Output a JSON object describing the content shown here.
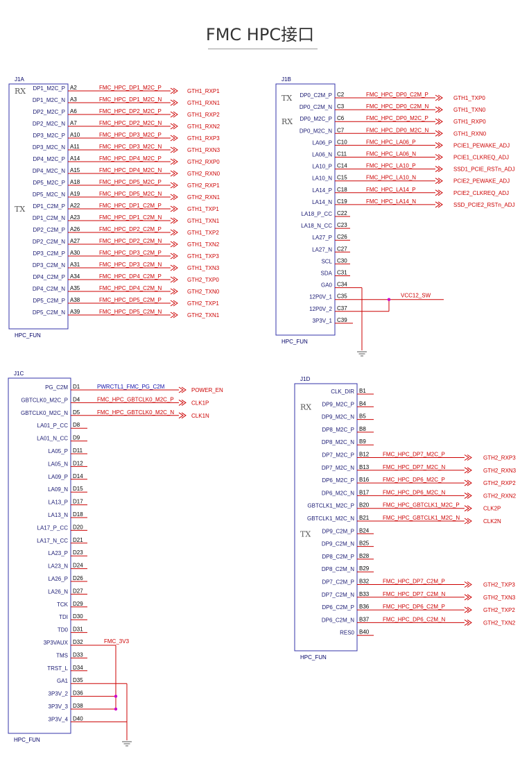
{
  "title": "FMC HPC接口",
  "colors": {
    "box": "#3333aa",
    "pin": "#cc0000",
    "wire": "#cc0000",
    "net": "#cc0000",
    "junction": "#cc00cc",
    "ground": "#555555"
  },
  "j1a": {
    "ref": "J1A",
    "part": "HPC_FUN",
    "groups": [
      {
        "label": "RX",
        "row": 0
      },
      {
        "label": "TX",
        "row": 10
      }
    ],
    "pins": [
      {
        "name": "DP1_M2C_P",
        "num": "A2",
        "net": "FMC_HPC_DP1_M2C_P",
        "out": "GTH1_RXP1"
      },
      {
        "name": "DP1_M2C_N",
        "num": "A3",
        "net": "FMC_HPC_DP1_M2C_N",
        "out": "GTH1_RXN1"
      },
      {
        "name": "DP2_M2C_P",
        "num": "A6",
        "net": "FMC_HPC_DP2_M2C_P",
        "out": "GTH1_RXP2"
      },
      {
        "name": "DP2_M2C_N",
        "num": "A7",
        "net": "FMC_HPC_DP2_M2C_N",
        "out": "GTH1_RXN2"
      },
      {
        "name": "DP3_M2C_P",
        "num": "A10",
        "net": "FMC_HPC_DP3_M2C_P",
        "out": "GTH1_RXP3"
      },
      {
        "name": "DP3_M2C_N",
        "num": "A11",
        "net": "FMC_HPC_DP3_M2C_N",
        "out": "GTH1_RXN3"
      },
      {
        "name": "DP4_M2C_P",
        "num": "A14",
        "net": "FMC_HPC_DP4_M2C_P",
        "out": "GTH2_RXP0"
      },
      {
        "name": "DP4_M2C_N",
        "num": "A15",
        "net": "FMC_HPC_DP4_M2C_N",
        "out": "GTH2_RXN0"
      },
      {
        "name": "DP5_M2C_P",
        "num": "A18",
        "net": "FMC_HPC_DP5_M2C_P",
        "out": "GTH2_RXP1"
      },
      {
        "name": "DP5_M2C_N",
        "num": "A19",
        "net": "FMC_HPC_DP5_M2C_N",
        "out": "GTH2_RXN1"
      },
      {
        "name": "DP1_C2M_P",
        "num": "A22",
        "net": "FMC_HPC_DP1_C2M_P",
        "out": "GTH1_TXP1"
      },
      {
        "name": "DP1_C2M_N",
        "num": "A23",
        "net": "FMC_HPC_DP1_C2M_N",
        "out": "GTH1_TXN1"
      },
      {
        "name": "DP2_C2M_P",
        "num": "A26",
        "net": "FMC_HPC_DP2_C2M_P",
        "out": "GTH1_TXP2"
      },
      {
        "name": "DP2_C2M_N",
        "num": "A27",
        "net": "FMC_HPC_DP2_C2M_N",
        "out": "GTH1_TXN2"
      },
      {
        "name": "DP3_C2M_P",
        "num": "A30",
        "net": "FMC_HPC_DP3_C2M_P",
        "out": "GTH1_TXP3"
      },
      {
        "name": "DP3_C2M_N",
        "num": "A31",
        "net": "FMC_HPC_DP3_C2M_N",
        "out": "GTH1_TXN3"
      },
      {
        "name": "DP4_C2M_P",
        "num": "A34",
        "net": "FMC_HPC_DP4_C2M_P",
        "out": "GTH2_TXP0"
      },
      {
        "name": "DP4_C2M_N",
        "num": "A35",
        "net": "FMC_HPC_DP4_C2M_N",
        "out": "GTH2_TXN0"
      },
      {
        "name": "DP5_C2M_P",
        "num": "A38",
        "net": "FMC_HPC_DP5_C2M_P",
        "out": "GTH2_TXP1"
      },
      {
        "name": "DP5_C2M_N",
        "num": "A39",
        "net": "FMC_HPC_DP5_C2M_N",
        "out": "GTH2_TXN1"
      }
    ]
  },
  "j1b": {
    "ref": "J1B",
    "part": "HPC_FUN",
    "groups": [
      {
        "label": "TX",
        "row": 0
      },
      {
        "label": "RX",
        "row": 2
      }
    ],
    "pins": [
      {
        "name": "DP0_C2M_P",
        "num": "C2",
        "net": "FMC_HPC_DP0_C2M_P",
        "out": "GTH1_TXP0"
      },
      {
        "name": "DP0_C2M_N",
        "num": "C3",
        "net": "FMC_HPC_DP0_C2M_N",
        "out": "GTH1_TXN0"
      },
      {
        "name": "DP0_M2C_P",
        "num": "C6",
        "net": "FMC_HPC_DP0_M2C_P",
        "out": "GTH1_RXP0"
      },
      {
        "name": "DP0_M2C_N",
        "num": "C7",
        "net": "FMC_HPC_DP0_M2C_N",
        "out": "GTH1_RXN0"
      },
      {
        "name": "LA06_P",
        "num": "C10",
        "net": "FMC_HPC_LA06_P",
        "out": "PCIE1_PEWAKE_ADJ"
      },
      {
        "name": "LA06_N",
        "num": "C11",
        "net": "FMC_HPC_LA06_N",
        "out": "PCIE1_CLKREQ_ADJ"
      },
      {
        "name": "LA10_P",
        "num": "C14",
        "net": "FMC_HPC_LA10_P",
        "out": "SSD1_PCIE_RSTn_ADJ"
      },
      {
        "name": "LA10_N",
        "num": "C15",
        "net": "FMC_HPC_LA10_N",
        "out": "PCIE2_PEWAKE_ADJ"
      },
      {
        "name": "LA14_P",
        "num": "C18",
        "net": "FMC_HPC_LA14_P",
        "out": "PCIE2_CLKREQ_ADJ"
      },
      {
        "name": "LA14_N",
        "num": "C19",
        "net": "FMC_HPC_LA14_N",
        "out": "SSD_PCIE2_RSTn_ADJ"
      },
      {
        "name": "LA18_P_CC",
        "num": "C22",
        "net": "",
        "out": ""
      },
      {
        "name": "LA18_N_CC",
        "num": "C23",
        "net": "",
        "out": ""
      },
      {
        "name": "LA27_P",
        "num": "C26",
        "net": "",
        "out": ""
      },
      {
        "name": "LA27_N",
        "num": "C27",
        "net": "",
        "out": ""
      },
      {
        "name": "SCL",
        "num": "C30",
        "net": "",
        "out": ""
      },
      {
        "name": "SDA",
        "num": "C31",
        "net": "",
        "out": ""
      },
      {
        "name": "GA0",
        "num": "C34",
        "net": "",
        "out": ""
      },
      {
        "name": "12P0V_1",
        "num": "C35",
        "net": "",
        "out": ""
      },
      {
        "name": "12P0V_2",
        "num": "C37",
        "net": "",
        "out": ""
      },
      {
        "name": "3P3V_1",
        "num": "C39",
        "net": "",
        "out": ""
      }
    ],
    "power_net": "VCC12_SW"
  },
  "j1c": {
    "ref": "J1C",
    "part": "HPC_FUN",
    "pins": [
      {
        "name": "PG_C2M",
        "num": "D1",
        "net": "PWRCTL1_FMC_PG_C2M",
        "out": "POWER_EN"
      },
      {
        "name": "GBTCLK0_M2C_P",
        "num": "D4",
        "net": "FMC_HPC_GBTCLK0_M2C_P",
        "out": "CLK1P"
      },
      {
        "name": "GBTCLK0_M2C_N",
        "num": "D5",
        "net": "FMC_HPC_GBTCLK0_M2C_N",
        "out": "CLK1N"
      },
      {
        "name": "LA01_P_CC",
        "num": "D8",
        "net": "",
        "out": ""
      },
      {
        "name": "LA01_N_CC",
        "num": "D9",
        "net": "",
        "out": ""
      },
      {
        "name": "LA05_P",
        "num": "D11",
        "net": "",
        "out": ""
      },
      {
        "name": "LA05_N",
        "num": "D12",
        "net": "",
        "out": ""
      },
      {
        "name": "LA09_P",
        "num": "D14",
        "net": "",
        "out": ""
      },
      {
        "name": "LA09_N",
        "num": "D15",
        "net": "",
        "out": ""
      },
      {
        "name": "LA13_P",
        "num": "D17",
        "net": "",
        "out": ""
      },
      {
        "name": "LA13_N",
        "num": "D18",
        "net": "",
        "out": ""
      },
      {
        "name": "LA17_P_CC",
        "num": "D20",
        "net": "",
        "out": ""
      },
      {
        "name": "LA17_N_CC",
        "num": "D21",
        "net": "",
        "out": ""
      },
      {
        "name": "LA23_P",
        "num": "D23",
        "net": "",
        "out": ""
      },
      {
        "name": "LA23_N",
        "num": "D24",
        "net": "",
        "out": ""
      },
      {
        "name": "LA26_P",
        "num": "D26",
        "net": "",
        "out": ""
      },
      {
        "name": "LA26_N",
        "num": "D27",
        "net": "",
        "out": ""
      },
      {
        "name": "TCK",
        "num": "D29",
        "net": "",
        "out": ""
      },
      {
        "name": "TDI",
        "num": "D30",
        "net": "",
        "out": ""
      },
      {
        "name": "TD0",
        "num": "D31",
        "net": "",
        "out": ""
      },
      {
        "name": "3P3VAUX",
        "num": "D32",
        "net": "",
        "out": ""
      },
      {
        "name": "TMS",
        "num": "D33",
        "net": "",
        "out": ""
      },
      {
        "name": "TRST_L",
        "num": "D34",
        "net": "",
        "out": ""
      },
      {
        "name": "GA1",
        "num": "D35",
        "net": "",
        "out": ""
      },
      {
        "name": "3P3V_2",
        "num": "D36",
        "net": "",
        "out": ""
      },
      {
        "name": "3P3V_3",
        "num": "D38",
        "net": "",
        "out": ""
      },
      {
        "name": "3P3V_4",
        "num": "D40",
        "net": "",
        "out": ""
      }
    ],
    "power_net": "FMC_3V3"
  },
  "j1d": {
    "ref": "J1D",
    "part": "HPC_FUN",
    "groups": [
      {
        "label": "RX",
        "row": 1
      },
      {
        "label": "TX",
        "row": 11
      }
    ],
    "pins": [
      {
        "name": "CLK_DIR",
        "num": "B1",
        "net": "",
        "out": ""
      },
      {
        "name": "DP9_M2C_P",
        "num": "B4",
        "net": "",
        "out": ""
      },
      {
        "name": "DP9_M2C_N",
        "num": "B5",
        "net": "",
        "out": ""
      },
      {
        "name": "DP8_M2C_P",
        "num": "B8",
        "net": "",
        "out": ""
      },
      {
        "name": "DP8_M2C_N",
        "num": "B9",
        "net": "",
        "out": ""
      },
      {
        "name": "DP7_M2C_P",
        "num": "B12",
        "net": "FMC_HPC_DP7_M2C_P",
        "out": "GTH2_RXP3"
      },
      {
        "name": "DP7_M2C_N",
        "num": "B13",
        "net": "FMC_HPC_DP7_M2C_N",
        "out": "GTH2_RXN3"
      },
      {
        "name": "DP6_M2C_P",
        "num": "B16",
        "net": "FMC_HPC_DP6_M2C_P",
        "out": "GTH2_RXP2"
      },
      {
        "name": "DP6_M2C_N",
        "num": "B17",
        "net": "FMC_HPC_DP6_M2C_N",
        "out": "GTH2_RXN2"
      },
      {
        "name": "GBTCLK1_M2C_P",
        "num": "B20",
        "net": "FMC_HPC_GBTCLK1_M2C_P",
        "out": "CLK2P"
      },
      {
        "name": "GBTCLK1_M2C_N",
        "num": "B21",
        "net": "FMC_HPC_GBTCLK1_M2C_N",
        "out": "CLK2N"
      },
      {
        "name": "DP9_C2M_P",
        "num": "B24",
        "net": "",
        "out": ""
      },
      {
        "name": "DP9_C2M_N",
        "num": "B25",
        "net": "",
        "out": ""
      },
      {
        "name": "DP8_C2M_P",
        "num": "B28",
        "net": "",
        "out": ""
      },
      {
        "name": "DP8_C2M_N",
        "num": "B29",
        "net": "",
        "out": ""
      },
      {
        "name": "DP7_C2M_P",
        "num": "B32",
        "net": "FMC_HPC_DP7_C2M_P",
        "out": "GTH2_TXP3"
      },
      {
        "name": "DP7_C2M_N",
        "num": "B33",
        "net": "FMC_HPC_DP7_C2M_N",
        "out": "GTH2_TXN3"
      },
      {
        "name": "DP6_C2M_P",
        "num": "B36",
        "net": "FMC_HPC_DP6_C2M_P",
        "out": "GTH2_TXP2"
      },
      {
        "name": "DP6_C2M_N",
        "num": "B37",
        "net": "FMC_HPC_DP6_C2M_N",
        "out": "GTH2_TXN2"
      },
      {
        "name": "RES0",
        "num": "B40",
        "net": "",
        "out": ""
      }
    ]
  }
}
